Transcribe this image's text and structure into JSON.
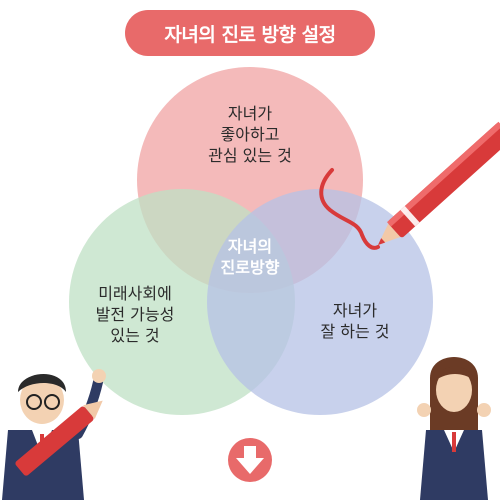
{
  "title": "자녀의 진로 방향 설정",
  "circles": {
    "top": "자녀가\n좋아하고\n관심 있는 것",
    "left": "미래사회에\n발전 가능성\n있는 것",
    "right": "자녀가\n잘 하는 것"
  },
  "center_label": "자녀의\n진로방향",
  "colors": {
    "title_bg": "#e86a6a",
    "circle_top": "#f0a3a3",
    "circle_left": "#bfe0c4",
    "circle_right": "#b5c1e6",
    "arrow_button": "#e86a6a",
    "pen": "#d83a3a"
  },
  "icons": [
    "down-arrow-icon",
    "red-marker-icon",
    "student-boy-illustration",
    "student-girl-illustration"
  ]
}
